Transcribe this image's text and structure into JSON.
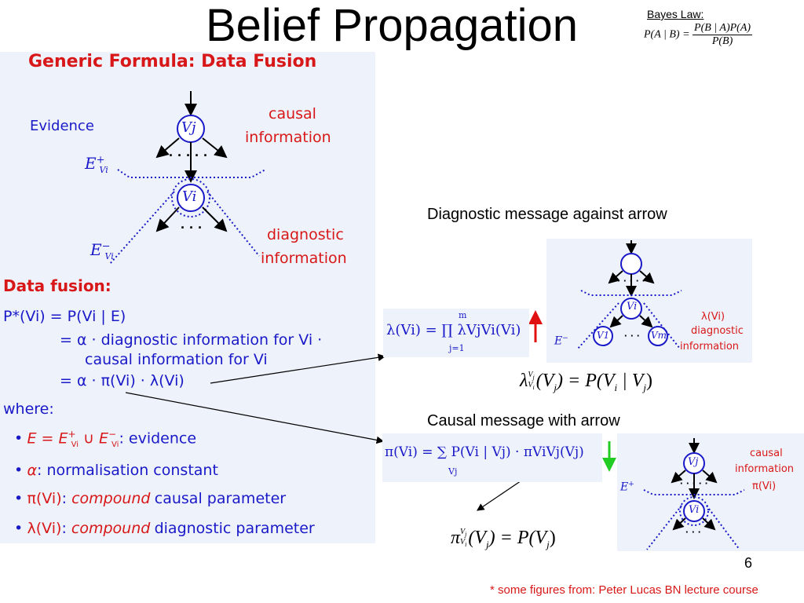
{
  "slide": {
    "title": "Belief Propagation",
    "page_number": "6",
    "footer": "* some figures from: Peter Lucas BN lecture course"
  },
  "bayes": {
    "label": "Bayes Law:",
    "lhs": "P(A | B) =",
    "numerator": "P(B | A)P(A)",
    "denominator": "P(B)"
  },
  "left_panel": {
    "heading": "Generic Formula: Data Fusion",
    "evidence": "Evidence",
    "causal_info_1": "causal",
    "causal_info_2": "information",
    "diag_info_1": "diagnostic",
    "diag_info_2": "information",
    "e_plus": "E",
    "e_plus_sup": "+",
    "e_plus_sub": "Vi",
    "e_minus": "E",
    "e_minus_sup": "−",
    "e_minus_sub": "Vi",
    "node_top": "Vj",
    "node_mid": "Vi",
    "dots1": "· · · · ·",
    "dots2": "· · ·",
    "fusion_heading": "Data fusion:",
    "line1": "P*(Vi) = P(Vi | E)",
    "line2": "= α · diagnostic information for Vi ·",
    "line3": "causal information for Vi",
    "line4": "= α · π(Vi) · λ(Vi)",
    "where": "where:",
    "b1_math": "E = E",
    "b1_sup1": "+",
    "b1_sub1": "Vi",
    "b1_mid": " ∪ E",
    "b1_sup2": "−",
    "b1_sub2": "Vi",
    "b1_text": ": evidence",
    "b2_math": "α",
    "b2_text": ": normalisation constant",
    "b3_math": "π(Vi)",
    "b3_italic": "compound",
    "b3_text": "causal parameter",
    "b4_math": "λ(Vi)",
    "b4_italic": "compound",
    "b4_text": "diagnostic parameter"
  },
  "diagnostic": {
    "caption": "Diagnostic message against arrow",
    "lambda_formula": "λ(Vi) = ∏ λVjVi(Vi)",
    "prod_top": "m",
    "prod_bottom": "j=1",
    "result": "λ",
    "result_tail": "(V",
    "result_rest": ") = P(V",
    "result_end": " | V",
    "result_close": ")",
    "diagram_label_1": "λ(Vi)",
    "diagram_label_2": "diagnostic",
    "diagram_label_3": "information",
    "diagram_eminus": "E",
    "node_v1": "V1",
    "node_vi": "Vi",
    "node_vm": "Vm",
    "dots": "· · ·",
    "dots_top": "· · · · ·"
  },
  "causal": {
    "caption": "Causal message with arrow",
    "pi_formula": "π(Vi) = ∑ P(Vi | Vj) · πViVj(Vj)",
    "sum_bottom": "Vj",
    "result": "π",
    "diagram_label_1": "causal",
    "diagram_label_2": "information",
    "diagram_label_3": "π(Vi)",
    "diagram_eplus": "E",
    "node_vj": "Vj",
    "node_vi": "Vi",
    "dots": "· · ·",
    "dots_top": "· · · · ·"
  },
  "colors": {
    "red": "#d81818",
    "blue": "#1919c8",
    "panel_bg": "#eef2fb",
    "arrow_up": "#e01010",
    "arrow_down": "#22cc22"
  }
}
